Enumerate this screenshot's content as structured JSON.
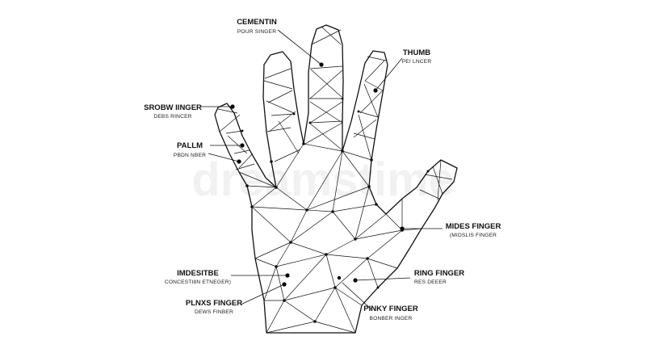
{
  "watermark": "dreamstime",
  "labels": [
    {
      "id": "cementin",
      "title": "CEMENTIN",
      "subtitle": "POUR SINGER"
    },
    {
      "id": "thumb",
      "title": "THUMB",
      "subtitle": "PEI LNCER"
    },
    {
      "id": "srobw-iinger",
      "title": "SROBW IINGER",
      "subtitle": "DEBS RINCER"
    },
    {
      "id": "pallm",
      "title": "PALLM",
      "subtitle": "PBDN NBER"
    },
    {
      "id": "mides-finger",
      "title": "MIDES FINGER",
      "subtitle": "(MIDSLIS FINGER"
    },
    {
      "id": "imdesitbe",
      "title": "IMDESITBE",
      "subtitle": "CONCESTI8N ETNEGER)"
    },
    {
      "id": "ring-finger",
      "title": "RING FINGER",
      "subtitle": "RES DEEER"
    },
    {
      "id": "plnxs-finger",
      "title": "PLNXS FINGER",
      "subtitle": "DEWS FINBER"
    },
    {
      "id": "pinky-finger",
      "title": "PINKY FINGER",
      "subtitle": "BONBER INGER"
    }
  ]
}
